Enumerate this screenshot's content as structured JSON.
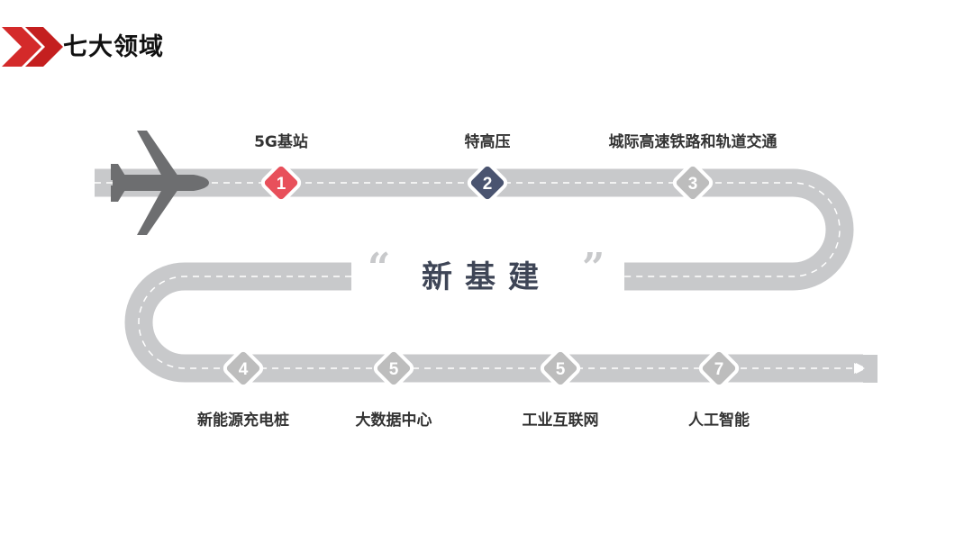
{
  "title": "七大领域",
  "center": {
    "open_quote": "“",
    "text": "新基建",
    "close_quote": "”"
  },
  "colors": {
    "road": "#c8c9cb",
    "red": "#e8505b",
    "navy": "#4a5470",
    "grey": "#bdbdbd",
    "plane": "#6d6e70",
    "title_icon": "#d42a2a"
  },
  "steps": [
    {
      "num": "1",
      "label": "5G基站",
      "color": "#e8505b"
    },
    {
      "num": "2",
      "label": "特高压",
      "color": "#4a5470"
    },
    {
      "num": "3",
      "label": "城际高速铁路和轨道交通",
      "color": "#bdbdbd"
    },
    {
      "num": "4",
      "label": "新能源充电桩",
      "color": "#bdbdbd"
    },
    {
      "num": "5",
      "label": "大数据中心",
      "color": "#bdbdbd"
    },
    {
      "num": "5",
      "label": "工业互联网",
      "color": "#bdbdbd"
    },
    {
      "num": "7",
      "label": "人工智能",
      "color": "#bdbdbd"
    }
  ]
}
